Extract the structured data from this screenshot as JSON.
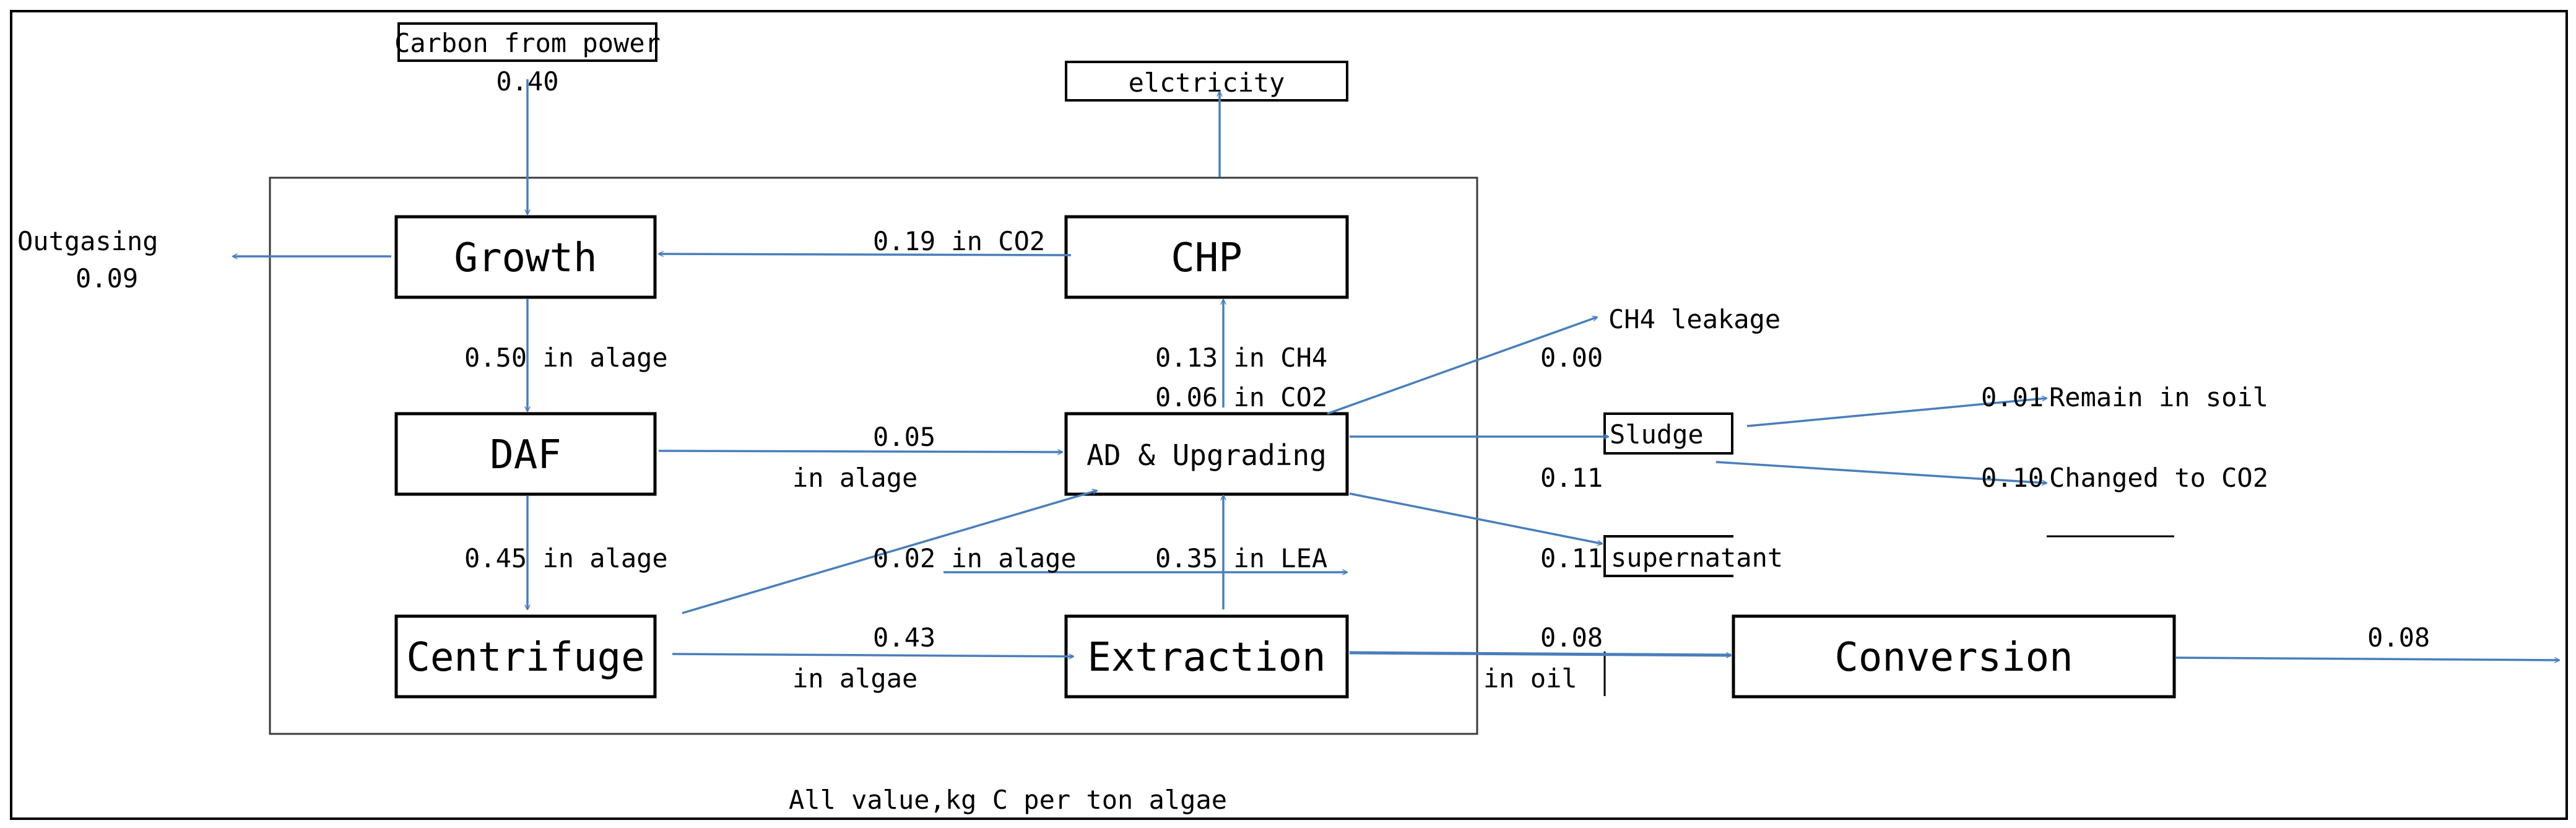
{
  "nodes": {
    "carbon_from_power": "Carbon from power",
    "electricity": "elctricity",
    "growth": "Growth",
    "chp": "CHP",
    "daf": "DAF",
    "ad": "AD & Upgrading",
    "centrifuge": "Centrifuge",
    "extraction": "Extraction",
    "conversion": "Conversion",
    "sludge": "Sludge",
    "supernatant": "supernatant"
  },
  "labels": {
    "carbon_value": "0.40",
    "outgasing": "Outgasing",
    "outgasing_value": "0.09",
    "chp_to_growth": "0.19 in CO2",
    "growth_to_daf": "0.50 in alage",
    "ad_to_chp_ch4": "0.13 in CH4",
    "ad_to_chp_co2": "0.06 in CO2",
    "ch4_leakage": "CH4 leakage",
    "ch4_leakage_value": "0.00",
    "daf_to_ad_value": "0.05",
    "daf_to_ad_unit": "in alage",
    "sludge_value": "0.11",
    "supernatant_value": "0.11",
    "remain_in_soil_value": "0.01",
    "remain_in_soil": "Remain in soil",
    "changed_to_co2_value": "0.10",
    "changed_to_co2": "Changed to CO2",
    "daf_to_centrifuge": "0.45 in alage",
    "centrifuge_to_ad": "0.02 in alage",
    "extraction_to_ad": "0.35  in LEA",
    "centrifuge_to_extraction_value": "0.43",
    "centrifuge_to_extraction_unit": "in algae",
    "extraction_to_conversion_value": "0.08",
    "extraction_to_conversion_unit": "in oil",
    "conversion_out_value": "0.08",
    "footer": "All value,kg C per ton algae"
  },
  "colors": {
    "arrow": "#4a7ebb",
    "box_border": "#000000"
  }
}
